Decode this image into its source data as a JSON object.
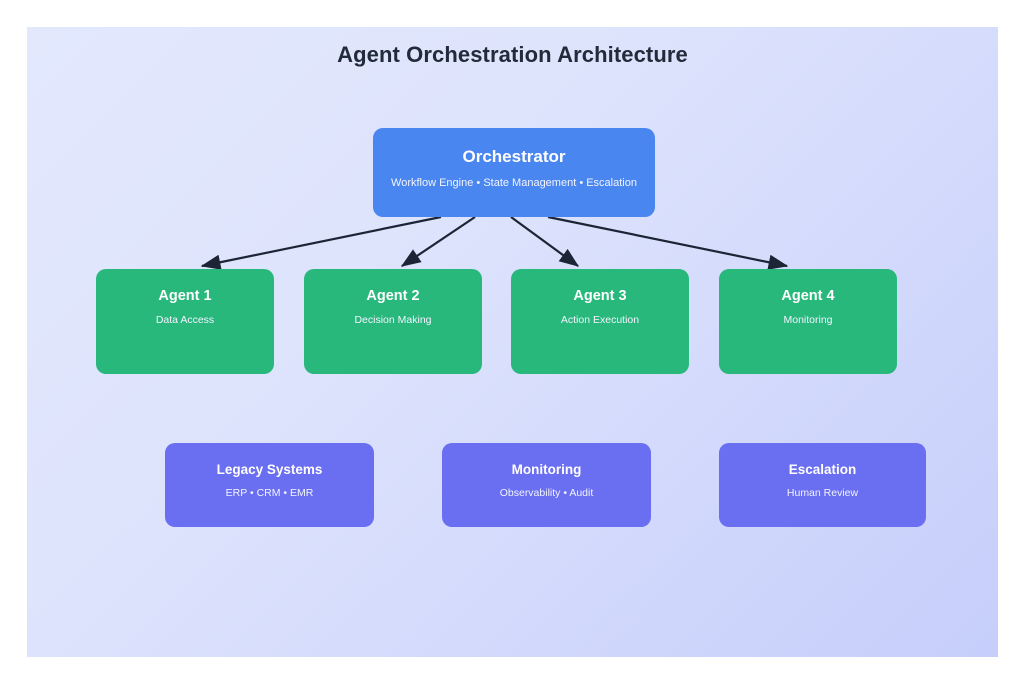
{
  "diagram": {
    "title": "Agent Orchestration Architecture",
    "background_gradient_from": "#e3e8fd",
    "background_gradient_to": "#c6cefb",
    "connector_color": "#1c2535"
  },
  "orchestrator": {
    "title": "Orchestrator",
    "subtitle": "Workflow Engine • State Management • Escalation",
    "color": "#4a86f0"
  },
  "agents": {
    "color": "#29b87c",
    "items": [
      {
        "title": "Agent 1",
        "subtitle": "Data Access"
      },
      {
        "title": "Agent 2",
        "subtitle": "Decision Making"
      },
      {
        "title": "Agent 3",
        "subtitle": "Action Execution"
      },
      {
        "title": "Agent 4",
        "subtitle": "Monitoring"
      }
    ]
  },
  "support": {
    "color": "#6a6ef0",
    "items": [
      {
        "title": "Legacy Systems",
        "subtitle": "ERP • CRM • EMR"
      },
      {
        "title": "Monitoring",
        "subtitle": "Observability • Audit"
      },
      {
        "title": "Escalation",
        "subtitle": "Human Review"
      }
    ]
  },
  "connections": [
    {
      "from": "orchestrator",
      "to": "Agent 1"
    },
    {
      "from": "orchestrator",
      "to": "Agent 2"
    },
    {
      "from": "orchestrator",
      "to": "Agent 3"
    },
    {
      "from": "orchestrator",
      "to": "Agent 4"
    }
  ]
}
